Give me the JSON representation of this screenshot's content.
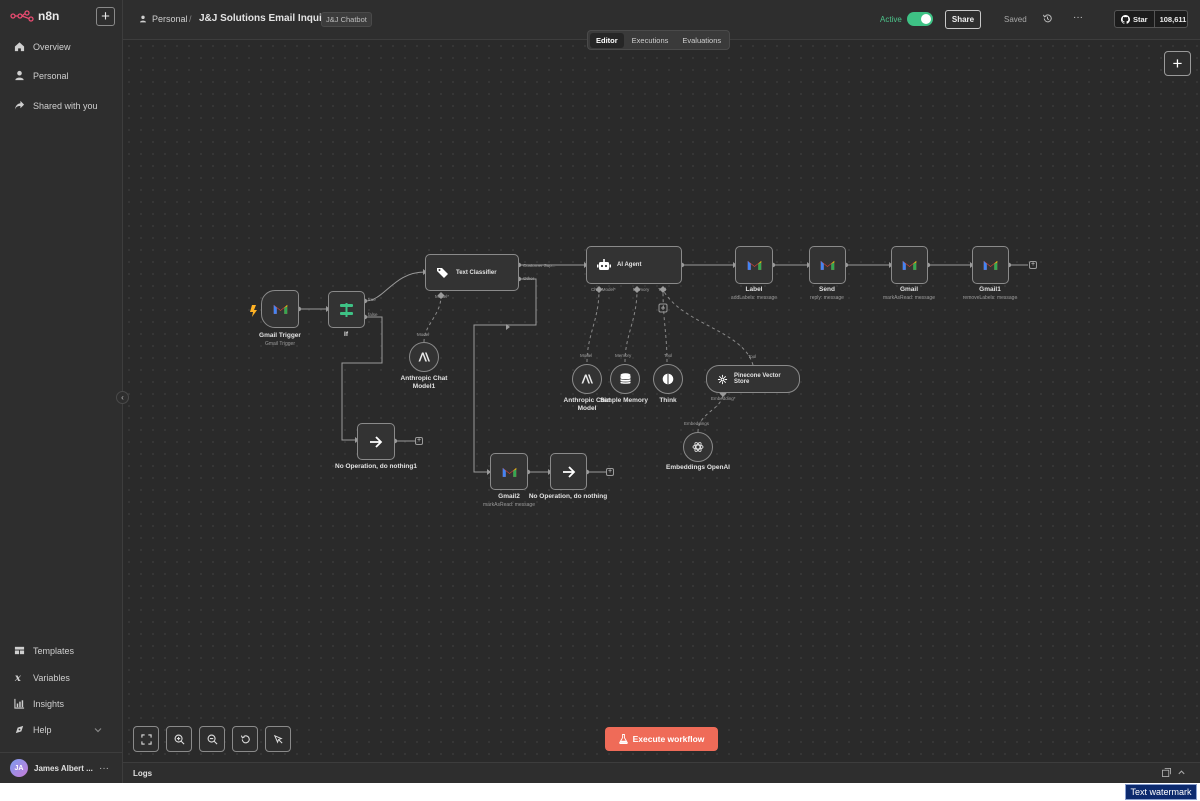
{
  "brand": {
    "name": "n8n",
    "accent": "#ef6b58"
  },
  "sidebar": {
    "items_top": [
      {
        "label": "Overview",
        "icon": "home-icon"
      },
      {
        "label": "Personal",
        "icon": "user-icon"
      },
      {
        "label": "Shared with you",
        "icon": "share-icon"
      }
    ],
    "items_bottom": [
      {
        "label": "Templates",
        "icon": "templates-icon"
      },
      {
        "label": "Variables",
        "icon": "variables-icon"
      },
      {
        "label": "Insights",
        "icon": "insights-icon"
      },
      {
        "label": "Help",
        "icon": "help-icon"
      }
    ],
    "user": {
      "initials": "JA",
      "name": "James Albert ...",
      "more": "···"
    }
  },
  "header": {
    "breadcrumb": "Personal",
    "separator": "/",
    "workflow_title": "J&J Solutions Email Inquiry",
    "tag": "J&J Chatbot",
    "active_label": "Active",
    "share_label": "Share",
    "saved_label": "Saved",
    "more": "···",
    "github": {
      "star_label": "Star",
      "count": "108,611"
    }
  },
  "tabs": [
    {
      "label": "Editor",
      "active": true
    },
    {
      "label": "Executions",
      "active": false
    },
    {
      "label": "Evaluations",
      "active": false
    }
  ],
  "nodes": {
    "gmail_trigger": {
      "label": "Gmail Trigger",
      "sub": "Gmail Trigger"
    },
    "if": {
      "label": "If",
      "true": "true",
      "false": "false"
    },
    "text_classifier": {
      "label": "Text Classifier",
      "port_model": "Model*",
      "out1": "Customer Sup...",
      "out2": "Other"
    },
    "anthropic1": {
      "label_line1": "Anthropic Chat",
      "label_line2": "Model1",
      "port": "Model"
    },
    "noop1": {
      "label": "No Operation, do nothing1"
    },
    "ai_agent": {
      "label": "AI Agent",
      "port_chat": "Chat Model*",
      "port_memory": "Memory",
      "port_tool": "Tool"
    },
    "anthropic2": {
      "label_line1": "Anthropic Chat",
      "label_line2": "Model",
      "port": "Model"
    },
    "memory": {
      "label": "Simple Memory",
      "port": "Memory"
    },
    "think": {
      "label": "Think",
      "port": "Tool"
    },
    "pinecone": {
      "label_line1": "Pinecone Vector",
      "label_line2": "Store",
      "port_tool": "Tool",
      "port_embedding": "Embedding*"
    },
    "embeddings": {
      "label": "Embeddings OpenAI",
      "port": "Embeddings"
    },
    "gmail2": {
      "label": "Gmail2",
      "sub": "markAsRead: message"
    },
    "noop": {
      "label": "No Operation, do nothing"
    },
    "label": {
      "label": "Label",
      "sub": "addLabels: message"
    },
    "send": {
      "label": "Send",
      "sub": "reply: message"
    },
    "gmail": {
      "label": "Gmail",
      "sub": "markAsRead: message"
    },
    "gmail1": {
      "label": "Gmail1",
      "sub": "removeLabels: message"
    }
  },
  "canvas": {
    "execute_label": "Execute workflow"
  },
  "logs": {
    "label": "Logs"
  },
  "watermark": "Text watermark"
}
